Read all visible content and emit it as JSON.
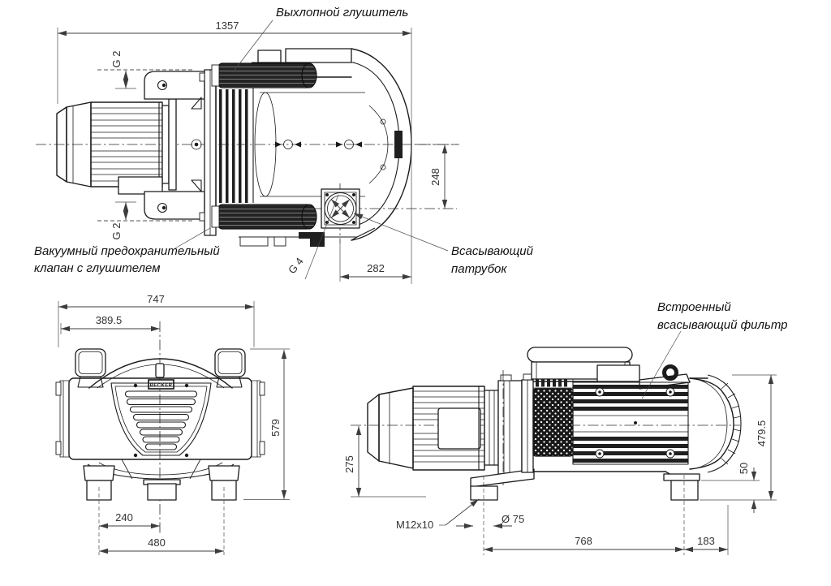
{
  "drawing": {
    "brand": "BECKER",
    "top_view": {
      "dim_overall_length": "1357",
      "port_top": "G 2",
      "port_bottom": "G 2",
      "port_suction": "G 4",
      "dim_suction_offset_y": "248",
      "dim_suction_offset_x": "282",
      "label_exhaust_muffler": "Выхлопной глушитель",
      "label_safety_valve_1": "Вакуумный предохранительный",
      "label_safety_valve_2": "клапан с глушителем",
      "label_suction_port_1": "Всасывающий",
      "label_suction_port_2": "патрубок"
    },
    "front_view": {
      "dim_overall_width": "747",
      "dim_center_offset": "389.5",
      "dim_overall_height": "579",
      "dim_feet_center": "240",
      "dim_feet_outer": "480"
    },
    "side_view": {
      "label_filter_1": "Встроенный",
      "label_filter_2": "всасывающий фильтр",
      "dim_axis_height": "275",
      "dim_mount_thread": "M12x10",
      "dim_mount_hole": "Ø 75",
      "dim_feet_span": "768",
      "dim_rear_overhang": "183",
      "dim_total_height": "479.5",
      "dim_foot_height": "50"
    }
  }
}
